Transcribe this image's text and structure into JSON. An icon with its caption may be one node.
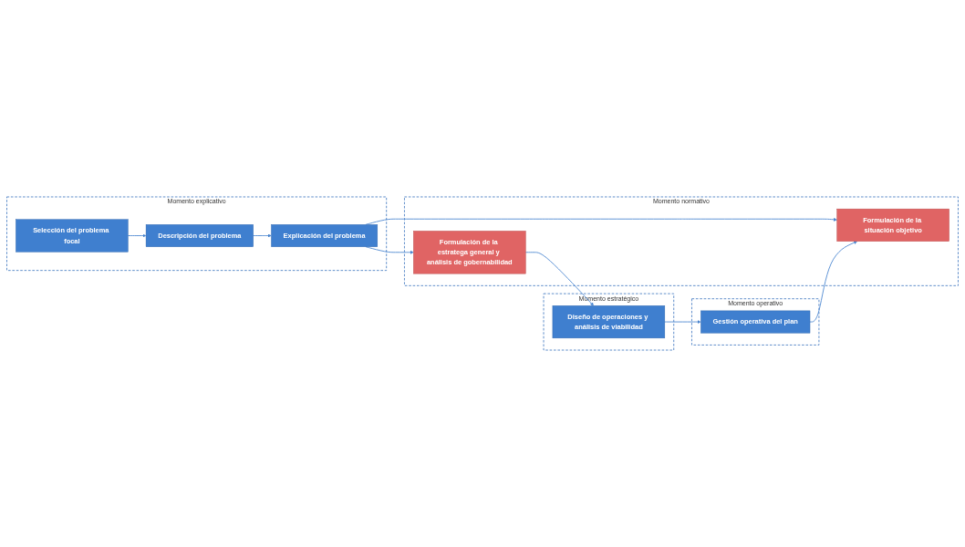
{
  "diagram": {
    "nodes": [
      {
        "text": [
          "Momento explicativo"
        ]
      },
      {
        "text": [
          "Selección del problema focal"
        ],
        "in": 0
      },
      {
        "text": [
          "Descripción del problema"
        ],
        "in": 0
      },
      {
        "text": [
          "Explicación del problema"
        ],
        "in": 0
      },
      {
        "text": [
          "Momento normativo"
        ]
      },
      {
        "text": [
          "Formulación de la estratega general y análisis de gobernabilidad"
        ],
        "in": 4
      },
      {
        "text": [
          "Formulación de la situación objetivo"
        ],
        "in": 4
      },
      {
        "text": [
          "Momento estratégico"
        ]
      },
      {
        "text": [
          "Diseño de operaciones y análisis de viabilidad"
        ],
        "in": 7
      },
      {
        "text": [
          "Momento operativo"
        ]
      },
      {
        "text": [
          "Gestión operativa del plan"
        ],
        "in": 9
      }
    ],
    "edges": [
      {
        "from": 1,
        "to": 2,
        "arrow": "to"
      },
      {
        "from": 2,
        "to": 3,
        "arrow": "to"
      },
      {
        "from": 3,
        "to": 5,
        "arrow": "to"
      },
      {
        "from": 3,
        "to": 6,
        "arrow": "to"
      },
      {
        "from": 5,
        "to": 8,
        "arrow": "to"
      },
      {
        "from": 8,
        "to": 10,
        "arrow": "to"
      },
      {
        "from": 10,
        "to": 6,
        "arrow": "to"
      }
    ]
  }
}
